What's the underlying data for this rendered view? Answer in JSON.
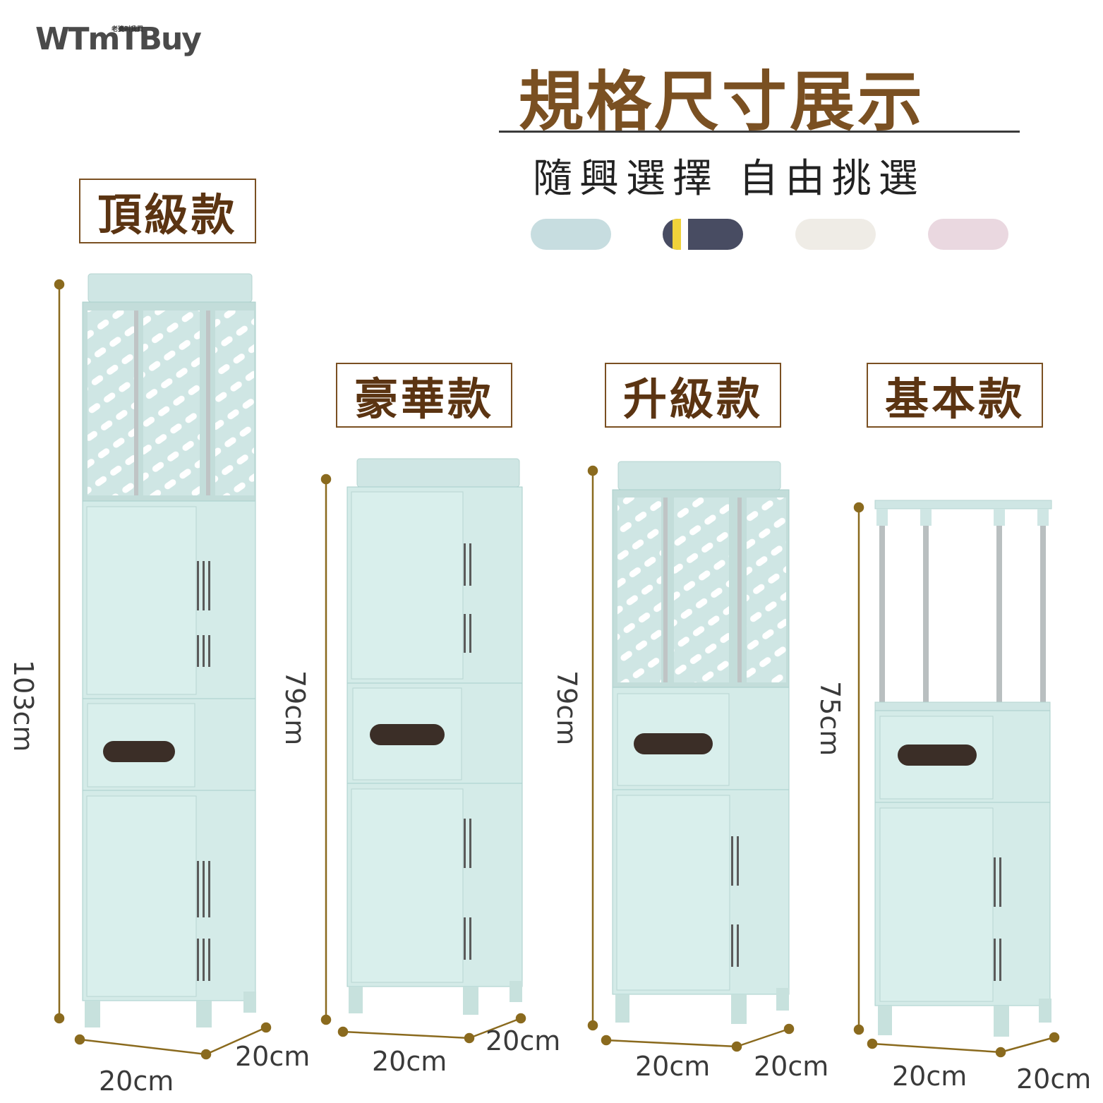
{
  "logo": {
    "main": "WTmTBuy",
    "tagline": "老婆叫我買"
  },
  "header": {
    "title": "規格尺寸展示",
    "subtitle": "隨興選擇 自由挑選"
  },
  "color_options": [
    {
      "name": "light-blue",
      "color": "#c7dde0"
    },
    {
      "name": "navy-yellow",
      "color": "#484c62",
      "accent": "#f0d23a"
    },
    {
      "name": "white",
      "color": "#efece6"
    },
    {
      "name": "pink",
      "color": "#ead8e0"
    }
  ],
  "models": [
    {
      "label": "頂級款",
      "height": "103cm",
      "width": "20cm",
      "depth": "20cm"
    },
    {
      "label": "豪華款",
      "height": "79cm",
      "width": "20cm",
      "depth": "20cm"
    },
    {
      "label": "升級款",
      "height": "79cm",
      "width": "20cm",
      "depth": "20cm"
    },
    {
      "label": "基本款",
      "height": "75cm",
      "width": "20cm",
      "depth": "20cm"
    }
  ],
  "colors": {
    "brown": "#7a5022",
    "dim_line": "#8a6a1e",
    "cabinet": "#cfe6e4",
    "cabinet_dark": "#a9cfcb"
  }
}
